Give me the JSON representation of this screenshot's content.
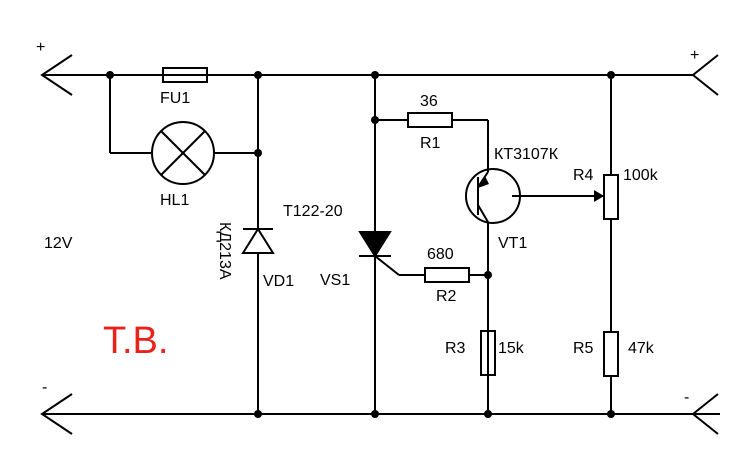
{
  "terminals": {
    "left_plus": "+",
    "left_minus": "-",
    "right_plus": "+",
    "right_minus": "-"
  },
  "supply_label": "12V",
  "author": {
    "text": "Т.В.",
    "color": "#e8231b"
  },
  "components": {
    "fu1": {
      "ref": "FU1"
    },
    "hl1": {
      "ref": "HL1"
    },
    "vd1": {
      "ref": "VD1",
      "type": "КД213А"
    },
    "vs1": {
      "ref": "VS1",
      "type": "T122-20"
    },
    "r1": {
      "ref": "R1",
      "value": "36"
    },
    "r2": {
      "ref": "R2",
      "value": "680"
    },
    "r3": {
      "ref": "R3",
      "value": "15k"
    },
    "r4": {
      "ref": "R4",
      "value": "100k"
    },
    "r5": {
      "ref": "R5",
      "value": "47k"
    },
    "vt1": {
      "ref": "VT1",
      "type": "КТ3107К"
    }
  }
}
